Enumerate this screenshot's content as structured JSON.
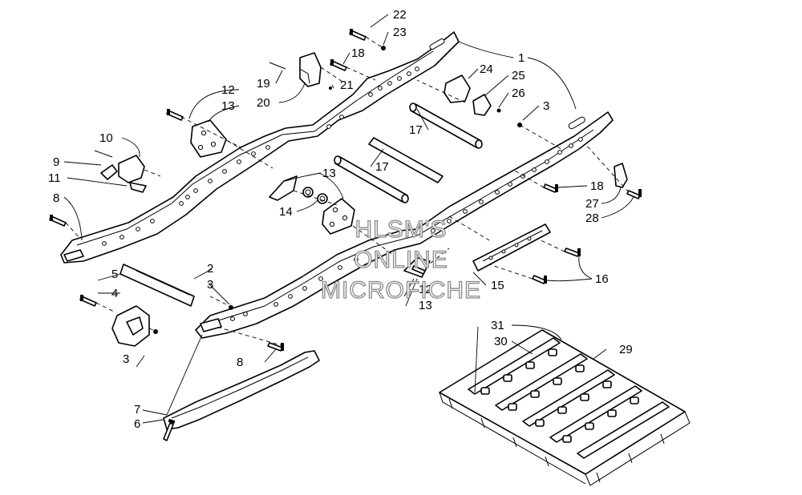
{
  "diagram": {
    "callouts": [
      {
        "id": "c1",
        "text": "1"
      },
      {
        "id": "c2",
        "text": "2"
      },
      {
        "id": "c3a",
        "text": "3"
      },
      {
        "id": "c3b",
        "text": "3"
      },
      {
        "id": "c3c",
        "text": "3"
      },
      {
        "id": "c4",
        "text": "4"
      },
      {
        "id": "c5",
        "text": "5"
      },
      {
        "id": "c6",
        "text": "6"
      },
      {
        "id": "c7",
        "text": "7"
      },
      {
        "id": "c8a",
        "text": "8"
      },
      {
        "id": "c8b",
        "text": "8"
      },
      {
        "id": "c9",
        "text": "9"
      },
      {
        "id": "c10",
        "text": "10"
      },
      {
        "id": "c11",
        "text": "11"
      },
      {
        "id": "c12a",
        "text": "12"
      },
      {
        "id": "c12b",
        "text": "12"
      },
      {
        "id": "c13a",
        "text": "13"
      },
      {
        "id": "c13b",
        "text": "13"
      },
      {
        "id": "c13c",
        "text": "13"
      },
      {
        "id": "c14",
        "text": "14"
      },
      {
        "id": "c15",
        "text": "15"
      },
      {
        "id": "c16",
        "text": "16"
      },
      {
        "id": "c17a",
        "text": "17"
      },
      {
        "id": "c17b",
        "text": "17"
      },
      {
        "id": "c18a",
        "text": "18"
      },
      {
        "id": "c18b",
        "text": "18"
      },
      {
        "id": "c19",
        "text": "19"
      },
      {
        "id": "c20",
        "text": "20"
      },
      {
        "id": "c21",
        "text": "21"
      },
      {
        "id": "c22",
        "text": "22"
      },
      {
        "id": "c23",
        "text": "23"
      },
      {
        "id": "c24",
        "text": "24"
      },
      {
        "id": "c25",
        "text": "25"
      },
      {
        "id": "c26",
        "text": "26"
      },
      {
        "id": "c27",
        "text": "27"
      },
      {
        "id": "c28",
        "text": "28"
      },
      {
        "id": "c29",
        "text": "29"
      },
      {
        "id": "c30",
        "text": "30"
      },
      {
        "id": "c31",
        "text": "31"
      }
    ],
    "watermark": [
      "HLSM'S",
      "ONLINE",
      "MICROFICHE"
    ]
  }
}
